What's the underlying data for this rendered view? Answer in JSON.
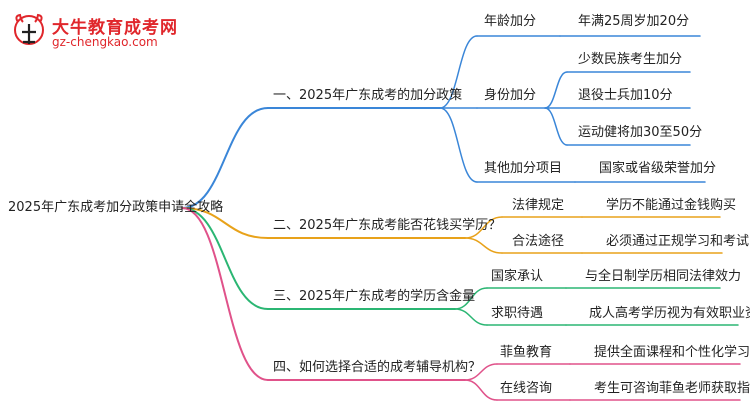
{
  "logo": {
    "title": "大牛教育成考网",
    "url": "gz-chengkao.com"
  },
  "mindmap": {
    "root": "2025年广东成考加分政策申请全攻略",
    "branches": [
      {
        "label": "一、2025年广东成考的加分政策",
        "color": "#3a86d8",
        "children": [
          {
            "label": "年龄加分",
            "leaves": [
              "年满25周岁加20分"
            ]
          },
          {
            "label": "身份加分",
            "leaves": [
              "少数民族考生加分",
              "退役士兵加10分",
              "运动健将加30至50分"
            ]
          },
          {
            "label": "其他加分项目",
            "leaves": [
              "国家或省级荣誉加分"
            ]
          }
        ]
      },
      {
        "label": "二、2025年广东成考能否花钱买学历？",
        "color": "#e8a21a",
        "children": [
          {
            "label": "法律规定",
            "leaves": [
              "学历不能通过金钱购买"
            ]
          },
          {
            "label": "合法途径",
            "leaves": [
              "必须通过正规学习和考试"
            ]
          }
        ]
      },
      {
        "label": "三、2025年广东成考的学历含金量",
        "color": "#2bb673",
        "children": [
          {
            "label": "国家承认",
            "leaves": [
              "与全日制学历相同法律效力"
            ]
          },
          {
            "label": "求职待遇",
            "leaves": [
              "成人高考学历视为有效职业资格"
            ]
          }
        ]
      },
      {
        "label": "四、如何选择合适的成考辅导机构？",
        "color": "#e0528a",
        "children": [
          {
            "label": "菲鱼教育",
            "leaves": [
              "提供全面课程和个性化学习方案"
            ]
          },
          {
            "label": "在线咨询",
            "leaves": [
              "考生可咨询菲鱼老师获取指导"
            ]
          }
        ]
      }
    ]
  }
}
